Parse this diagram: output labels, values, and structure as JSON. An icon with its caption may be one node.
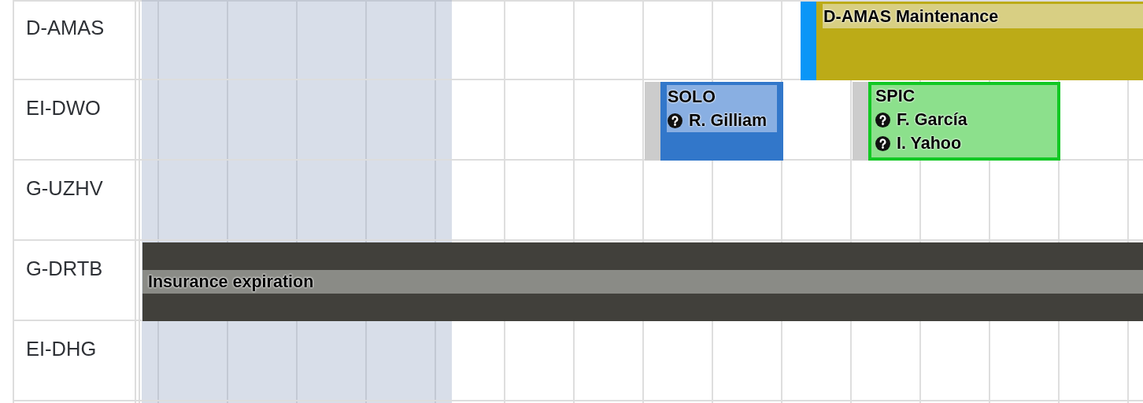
{
  "diagram": {
    "nodes": [
      {
        "text": [
          "D-AMAS"
        ]
      },
      {
        "text": [
          "D-AMAS Maintenance"
        ],
        "in": 0
      },
      {
        "text": [
          "EI-DWO"
        ]
      },
      {
        "text": [
          "SOLO",
          "R. Gilliam"
        ],
        "in": 2
      },
      {
        "text": [
          "SPIC",
          "F. García",
          "I. Yahoo"
        ],
        "in": 2
      },
      {
        "text": [
          "G-UZHV"
        ]
      },
      {
        "text": [
          "G-DRTB"
        ]
      },
      {
        "text": [
          "Insurance expiration"
        ],
        "in": 6
      },
      {
        "text": [
          "EI-DHG"
        ]
      }
    ]
  }
}
